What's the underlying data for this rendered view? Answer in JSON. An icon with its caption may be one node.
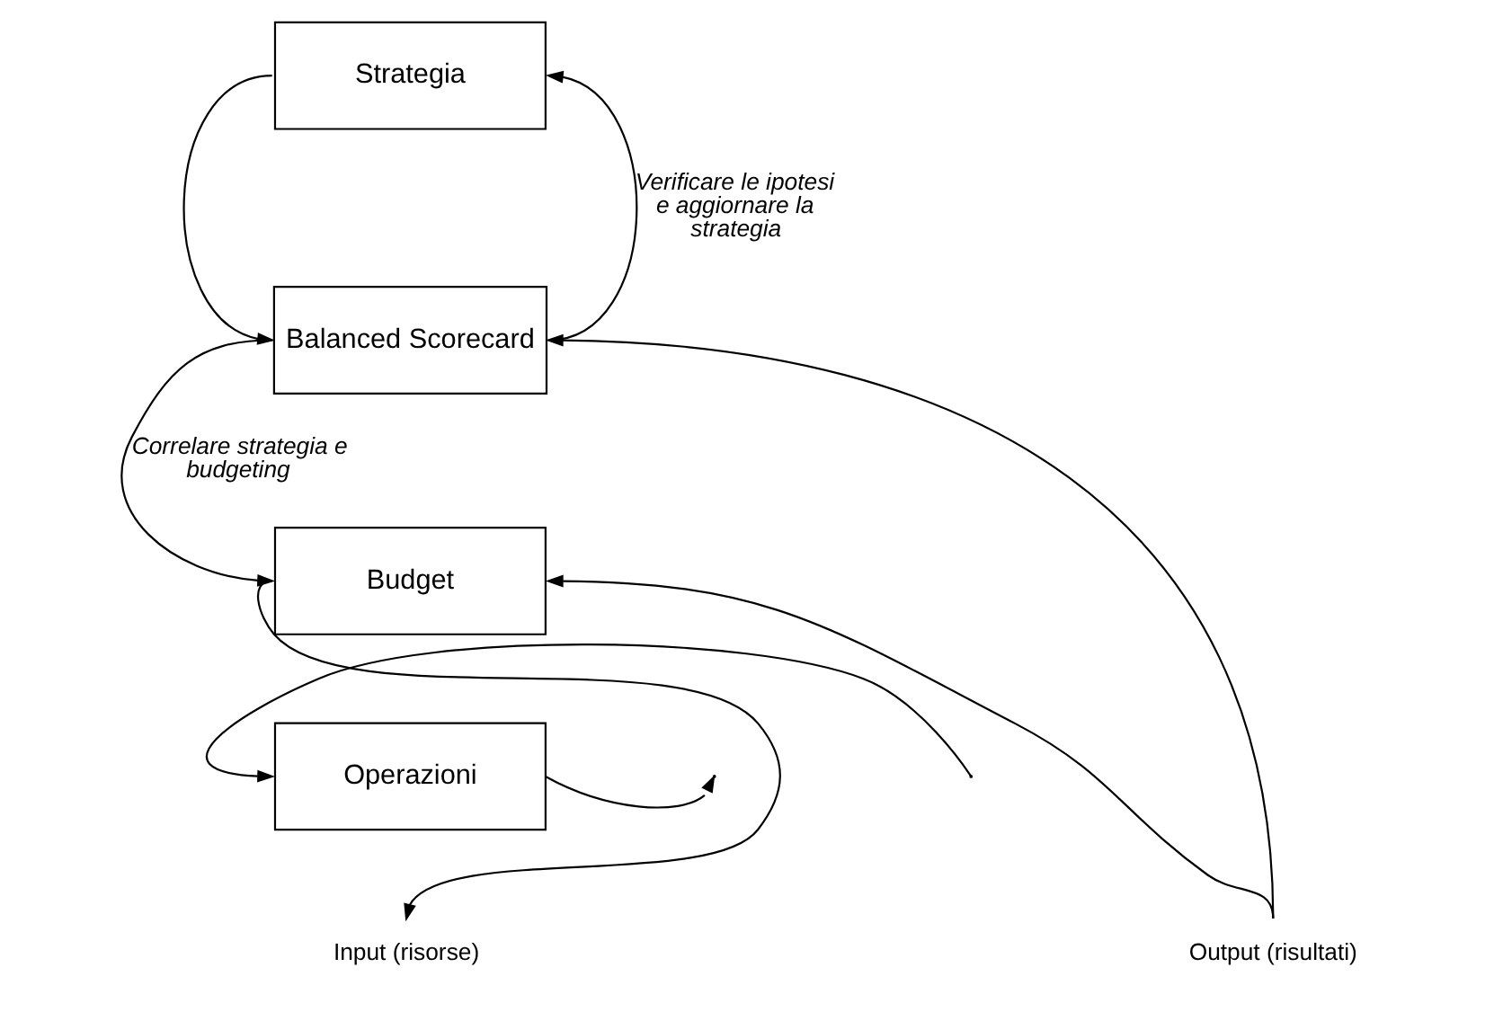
{
  "diagram": {
    "nodes": [
      {
        "text": [
          "Strategia"
        ]
      },
      {
        "text": [
          "Balanced Scorecard"
        ]
      },
      {
        "text": [
          "Budget"
        ]
      },
      {
        "text": [
          "Operazioni"
        ]
      },
      {
        "text": [
          "Input (risorse)"
        ]
      },
      {
        "text": [
          "Output (risultati)"
        ]
      }
    ],
    "edges": [
      {
        "from": 0,
        "to": 1,
        "arrow": "to"
      },
      {
        "from": 1,
        "to": 0,
        "arrow": "to",
        "label": "Verificare le ipotesi e aggiornare la strategia"
      },
      {
        "from": 1,
        "to": 2,
        "arrow": "to",
        "label": "Correlare strategia e budgeting"
      },
      {
        "from": 2,
        "to": 4,
        "arrow": "to"
      },
      {
        "from": null,
        "to": 3,
        "arrow": "to"
      },
      {
        "from": 3,
        "to": null,
        "arrow": "to"
      },
      {
        "from": 5,
        "to": 1,
        "arrow": "to"
      },
      {
        "from": 5,
        "to": 2,
        "arrow": "to"
      }
    ]
  }
}
